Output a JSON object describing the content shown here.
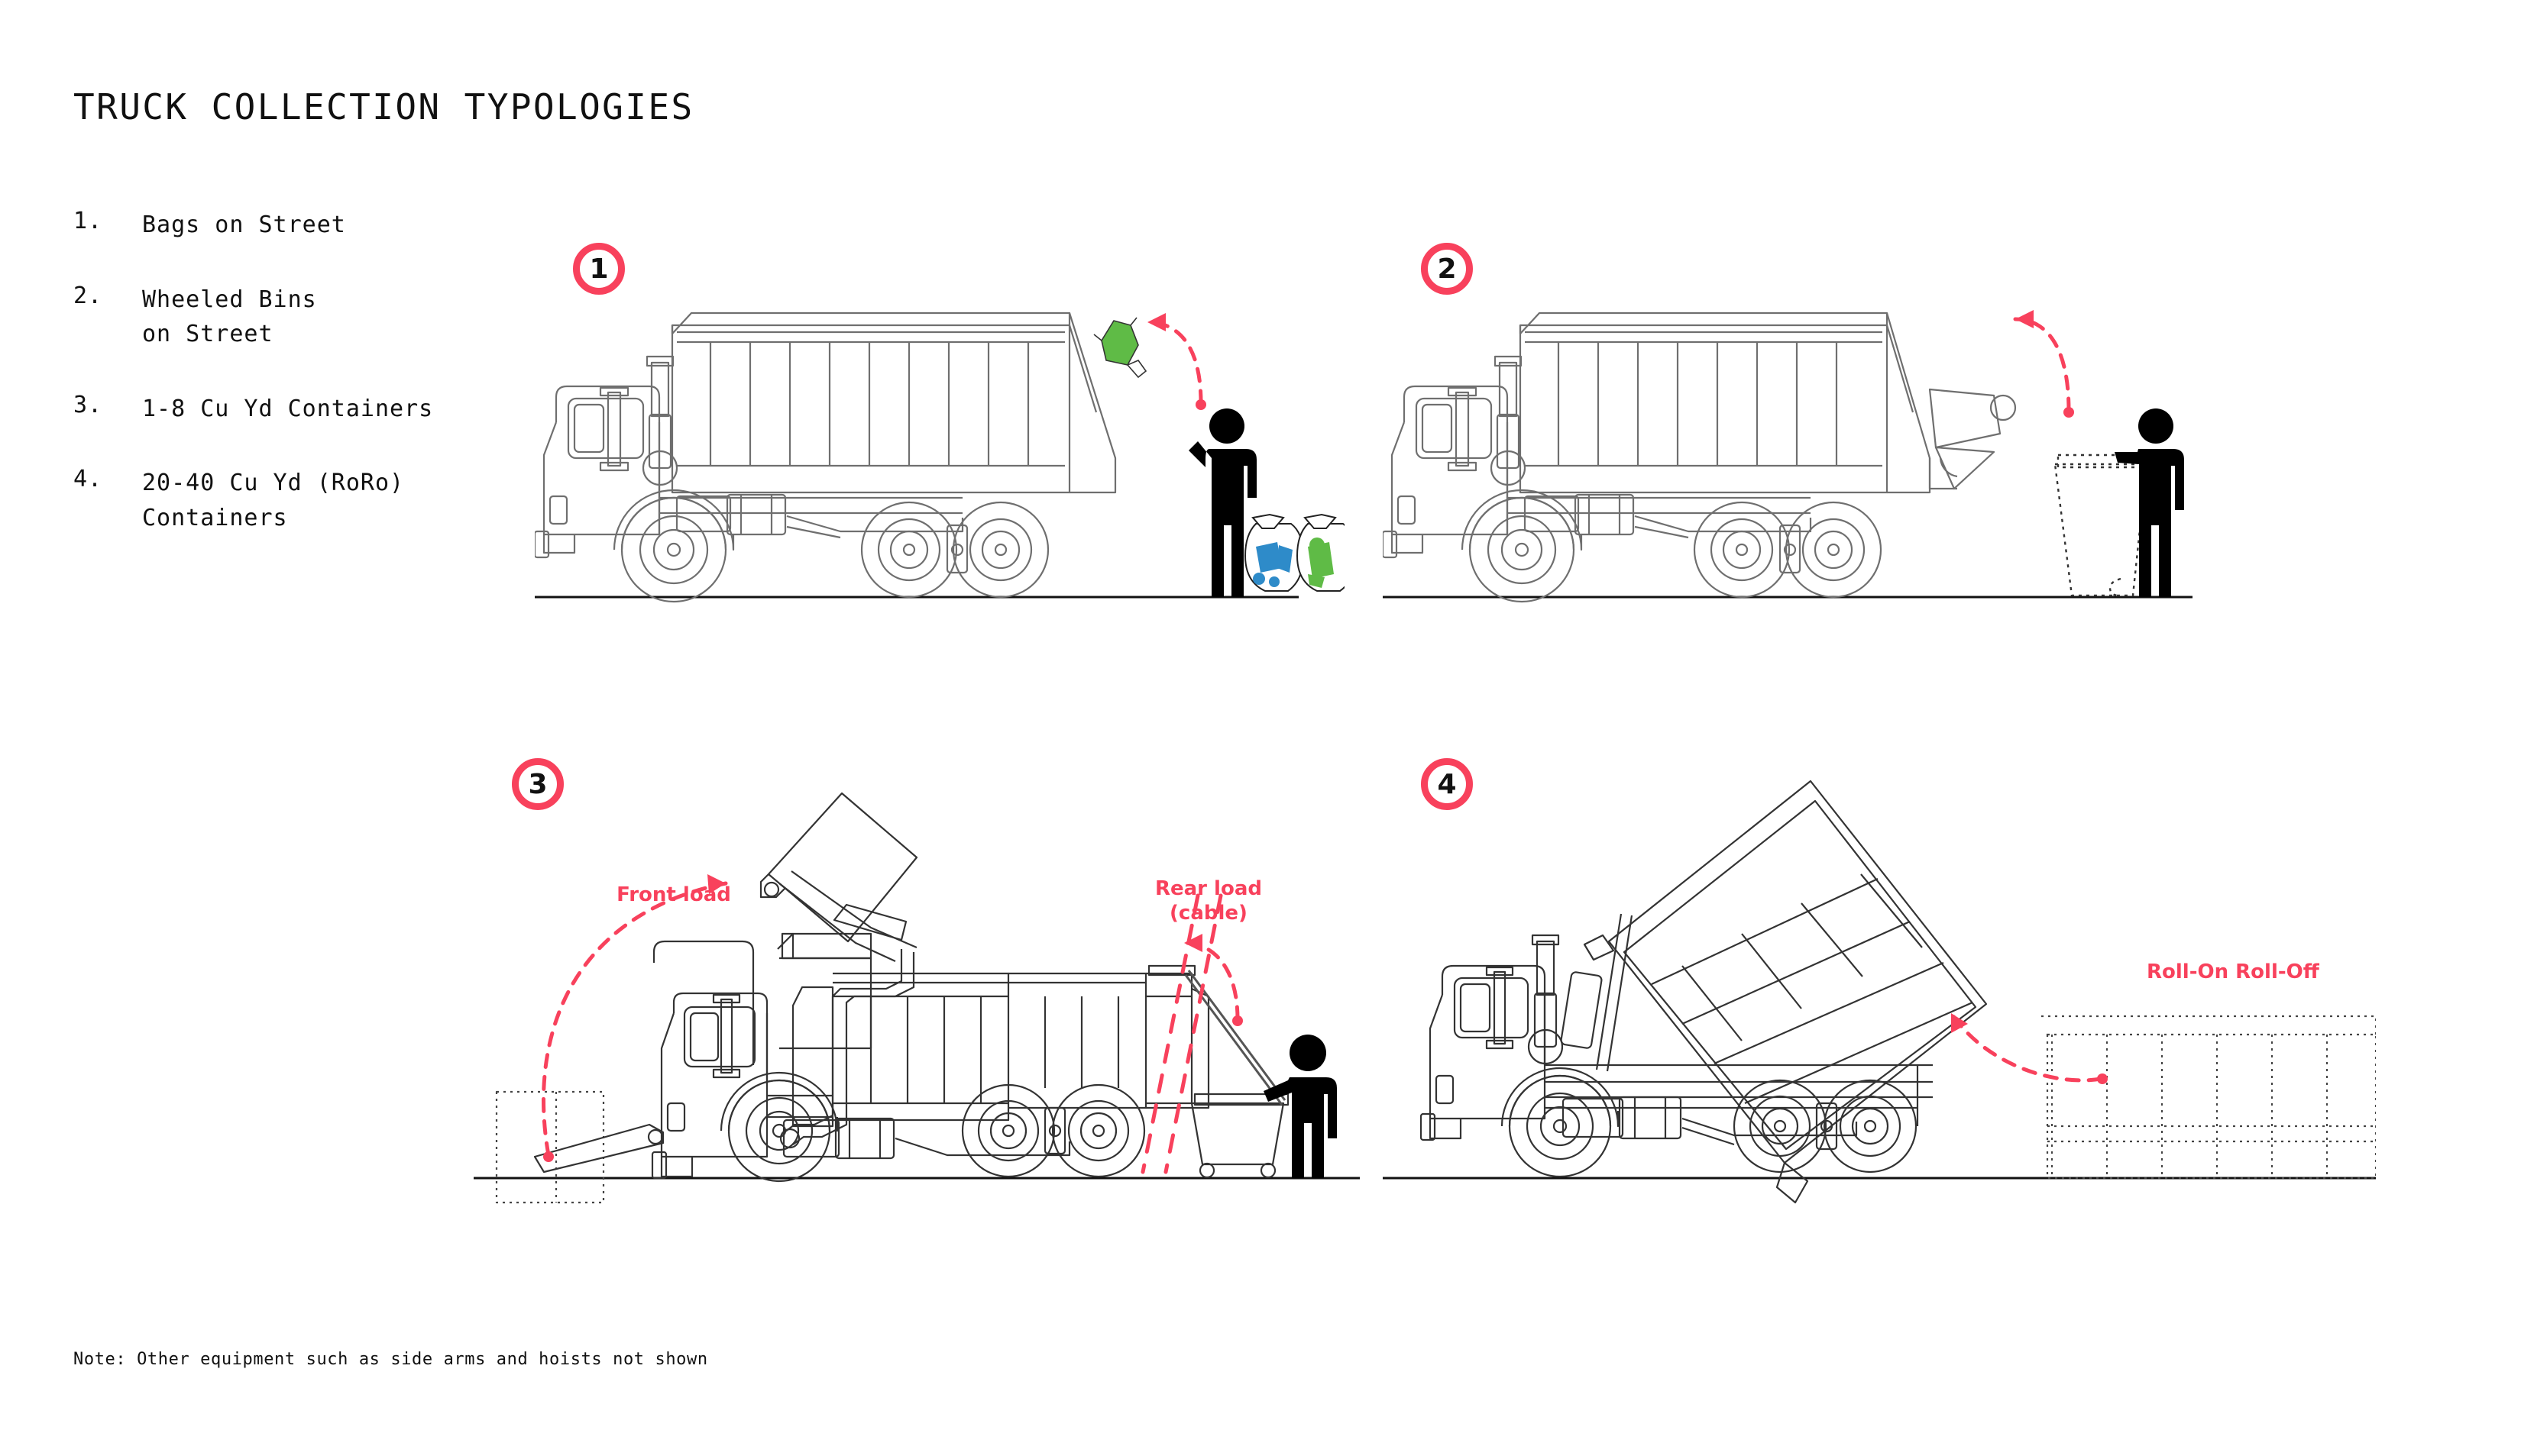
{
  "title": "TRUCK COLLECTION TYPOLOGIES",
  "accent_color": "#F8415C",
  "legend": {
    "items": [
      {
        "num": "1.",
        "text": "Bags on Street"
      },
      {
        "num": "2.",
        "text": "Wheeled Bins\non Street"
      },
      {
        "num": "3.",
        "text": "1-8 Cu Yd Containers"
      },
      {
        "num": "4.",
        "text": "20-40 Cu Yd (RoRo)\nContainers"
      }
    ]
  },
  "panels": [
    {
      "badge": "1",
      "name": "bags-on-street",
      "labels": []
    },
    {
      "badge": "2",
      "name": "wheeled-bins-on-street",
      "labels": []
    },
    {
      "badge": "3",
      "name": "cu-yd-containers",
      "labels": [
        {
          "text": "Front load"
        },
        {
          "text": "Rear load\n(cable)"
        }
      ]
    },
    {
      "badge": "4",
      "name": "roro-containers",
      "labels": [
        {
          "text": "Roll-On Roll-Off"
        }
      ]
    }
  ],
  "footnote": "Note: Other equipment such as side arms and hoists not shown"
}
